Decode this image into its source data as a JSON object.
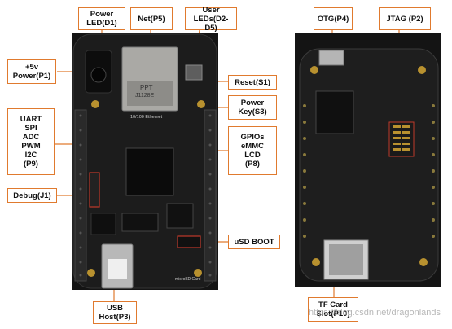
{
  "labels": {
    "power_led": [
      "Power",
      "LED(D1)"
    ],
    "net": [
      "Net(P5)"
    ],
    "user_leds": [
      "User",
      "LEDs(D2-D5)"
    ],
    "power_5v": [
      "+5v",
      "Power(P1)"
    ],
    "reset": [
      "Reset(S1)"
    ],
    "power_key": [
      "Power",
      "Key(S3)"
    ],
    "p9_group": [
      "UART",
      "SPI",
      "ADC",
      "PWM",
      "I2C",
      "(P9)"
    ],
    "p8_group": [
      "GPIOs",
      "eMMC",
      "LCD",
      "(P8)"
    ],
    "debug": [
      "Debug(J1)"
    ],
    "usd_boot": [
      "uSD BOOT"
    ],
    "usb_host": [
      "USB",
      "Host(P3)"
    ],
    "otg": [
      "OTG(P4)"
    ],
    "jtag": [
      "JTAG (P2)"
    ],
    "tf_card": [
      "TF Card",
      "Slot(P10)"
    ]
  },
  "board_text": {
    "ethernet": "10/100 Ethernet",
    "sd_card": "microSD Card",
    "jack_text": "PPT",
    "jack_code": "J1128E"
  },
  "watermark": "https://blog.csdn.net/dragonlands",
  "colors": {
    "accent": "#e07a2e",
    "board": "#1c1c1c",
    "pin": "#2a2a2a",
    "gold": "#b8912f"
  }
}
